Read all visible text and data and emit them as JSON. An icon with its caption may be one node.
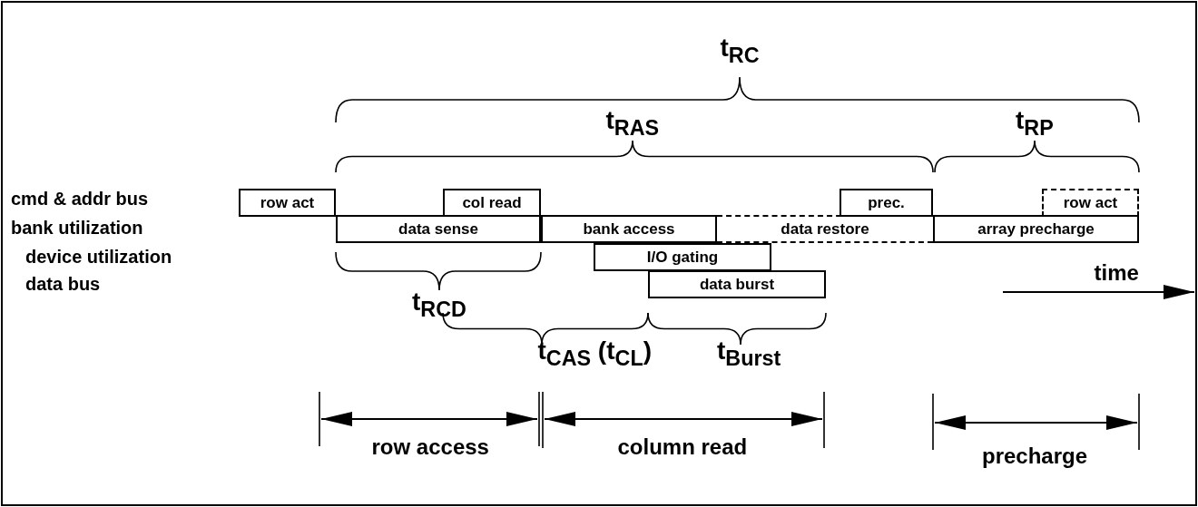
{
  "diagram": {
    "nodes": [
      {
        "text": [
          "row act"
        ]
      },
      {
        "text": [
          "col read"
        ]
      },
      {
        "text": [
          "prec."
        ]
      },
      {
        "text": [
          "row act"
        ]
      },
      {
        "text": [
          "data sense"
        ]
      },
      {
        "text": [
          "bank access"
        ]
      },
      {
        "text": [
          "data restore"
        ]
      },
      {
        "text": [
          "array precharge"
        ]
      },
      {
        "text": [
          "I/O gating"
        ]
      },
      {
        "text": [
          "data burst"
        ]
      }
    ],
    "edges": [],
    "labels": [
      "t$_{RC}$",
      "t$_{RAS}$",
      "t$_{RP}$",
      "cmd & addr bus",
      "bank utilization",
      "device utilization",
      "data bus",
      "t$_{RCD}$",
      "time",
      "t$_{CAS}$ (t$_{CL}$)",
      "t$_{Burst}$",
      "row access",
      "column read",
      "precharge"
    ]
  }
}
